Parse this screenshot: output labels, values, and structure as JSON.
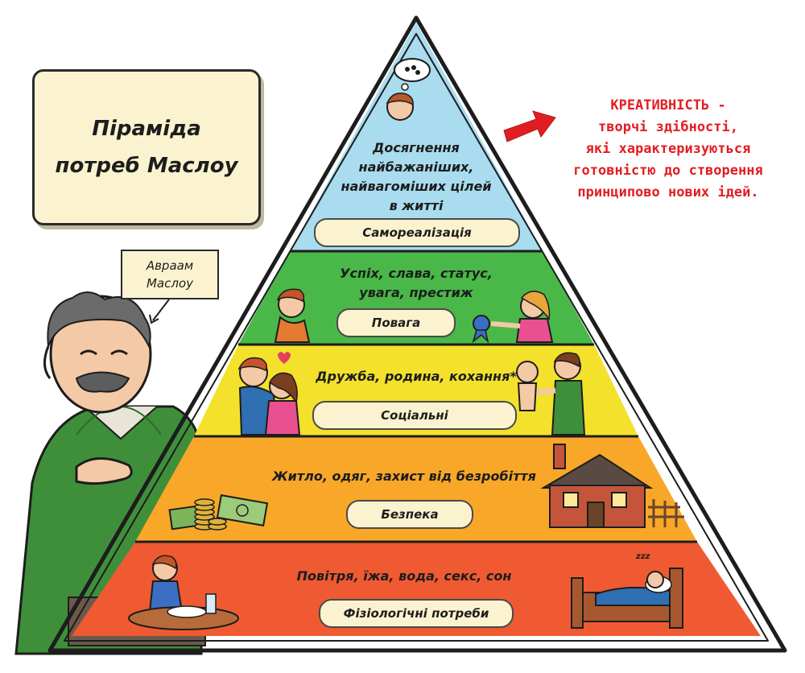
{
  "title": {
    "line1": "Піраміда",
    "line2": "потреб Маслоу"
  },
  "author_label": {
    "line1": "Авраам",
    "line2": "Маслоу"
  },
  "creativity": {
    "line1": "КРЕАТИВНІСТЬ -",
    "line2": "творчі здібності,",
    "line3": "які характеризуються",
    "line4": "готовністю до створення",
    "line5": "принципово нових ідей."
  },
  "levels": [
    {
      "name": "Самореалізація",
      "line1": "Досягнення",
      "line2": "найбажаніших,",
      "line3": "найвагоміших цілей",
      "line4": "в житті",
      "color": "#a9dcef"
    },
    {
      "name": "Повага",
      "line1": "Успіх, слава, статус,",
      "line2": "увага, престиж",
      "color": "#49b848"
    },
    {
      "name": "Соціальні",
      "line1": "Дружба, родина, кохання*",
      "color": "#f4e12c"
    },
    {
      "name": "Безпека",
      "line1": "Житло, одяг, захист від безробіття",
      "color": "#f8a728"
    },
    {
      "name": "Фізіологічні потреби",
      "line1": "Повітря, їжа, вода, секс, сон",
      "color": "#ef5a32"
    }
  ],
  "colors": {
    "arrow": "#e21d22",
    "outline": "#2a2a2a",
    "label_bg": "#fbf3cf",
    "sweater": "#3f8f3a"
  },
  "sleep_sound": "zzz"
}
